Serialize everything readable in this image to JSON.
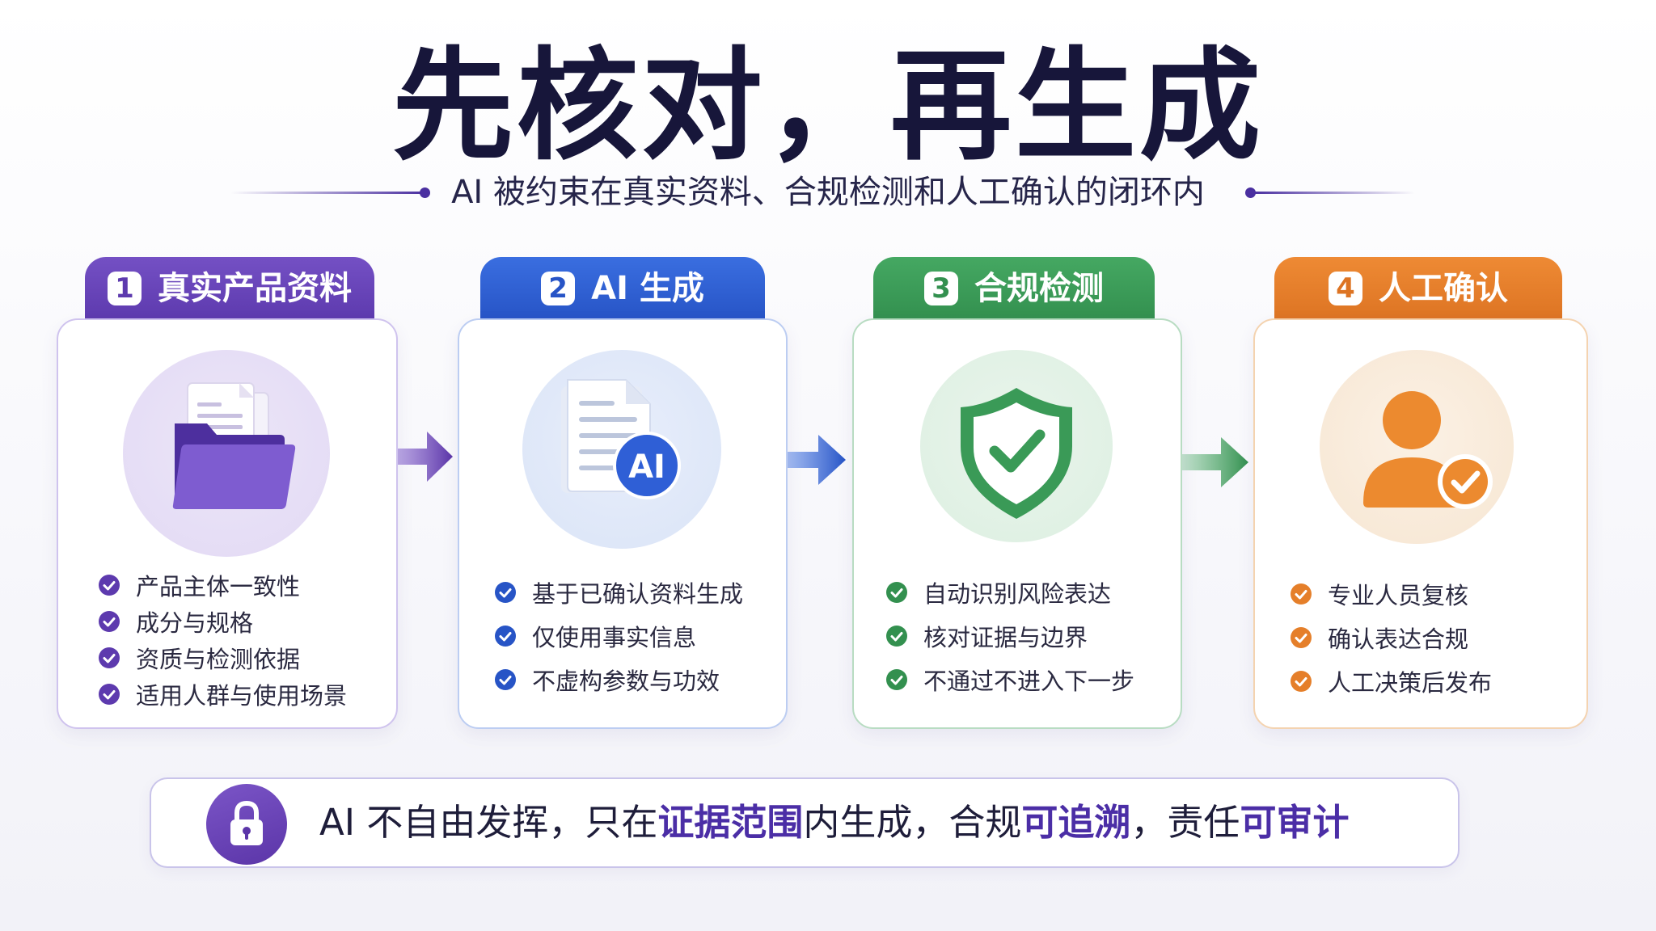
{
  "title": "先核对，再生成",
  "subtitle": "AI 被约束在真实资料、合规检测和人工确认的闭环内",
  "colors": {
    "purple": "#6a46bf",
    "blue": "#2f62d4",
    "green": "#3b9a58",
    "orange": "#e57f2a"
  },
  "steps": [
    {
      "number": "1",
      "title": "真实产品资料",
      "icon": "folder-documents-icon",
      "items": [
        "产品主体一致性",
        "成分与规格",
        "资质与检测依据",
        "适用人群与使用场景"
      ]
    },
    {
      "number": "2",
      "title": "AI 生成",
      "icon": "ai-document-icon",
      "icon_label": "AI",
      "items": [
        "基于已确认资料生成",
        "仅使用事实信息",
        "不虚构参数与功效"
      ]
    },
    {
      "number": "3",
      "title": "合规检测",
      "icon": "shield-check-icon",
      "items": [
        "自动识别风险表达",
        "核对证据与边界",
        "不通过不进入下一步"
      ]
    },
    {
      "number": "4",
      "title": "人工确认",
      "icon": "person-check-icon",
      "items": [
        "专业人员复核",
        "确认表达合规",
        "人工决策后发布"
      ]
    }
  ],
  "banner": {
    "icon": "lock-icon",
    "part1": "AI 不自由发挥，只在",
    "highlight1": "证据范围",
    "part2": "内生成，合规",
    "highlight2": "可追溯",
    "part3": "，责任",
    "highlight3": "可审计"
  }
}
